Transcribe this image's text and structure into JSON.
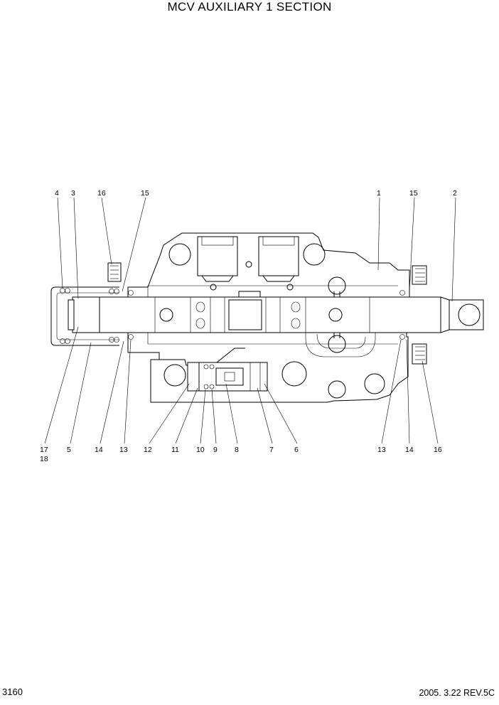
{
  "title": "MCV AUXILIARY 1 SECTION",
  "footer": {
    "page_number": "3160",
    "revision": "2005. 3.22  REV.5C"
  },
  "callouts_top": [
    "4",
    "3",
    "16",
    "15",
    "1",
    "15",
    "2"
  ],
  "callouts_bottom": [
    "17",
    "18",
    "5",
    "14",
    "13",
    "12",
    "11",
    "10",
    "9",
    "8",
    "7",
    "6",
    "13",
    "14",
    "16"
  ]
}
